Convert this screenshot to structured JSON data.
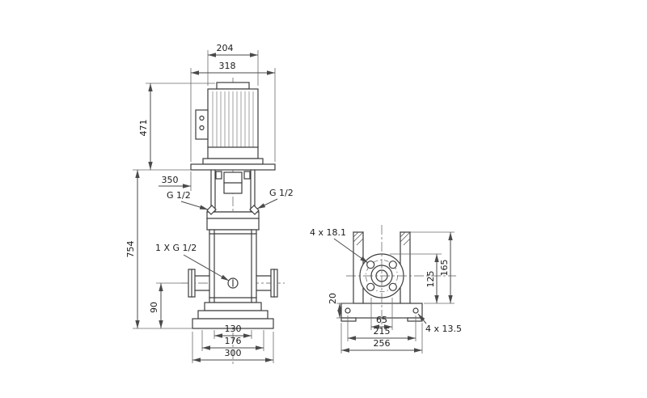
{
  "drawing": {
    "labels": {
      "d204": "204",
      "d318": "318",
      "d471": "471",
      "d350": "350",
      "g_half_left": "G 1/2",
      "g_half_right": "G 1/2",
      "d754": "754",
      "drain_port": "1 X G 1/2",
      "d90": "90",
      "d130": "130",
      "d176": "176",
      "d300": "300",
      "holes_flange": "4 x 18.1",
      "d20": "20",
      "d125": "125",
      "d165": "165",
      "d65": "65",
      "d215": "215",
      "holes_base": "4 x 13.5",
      "d256": "256"
    }
  }
}
